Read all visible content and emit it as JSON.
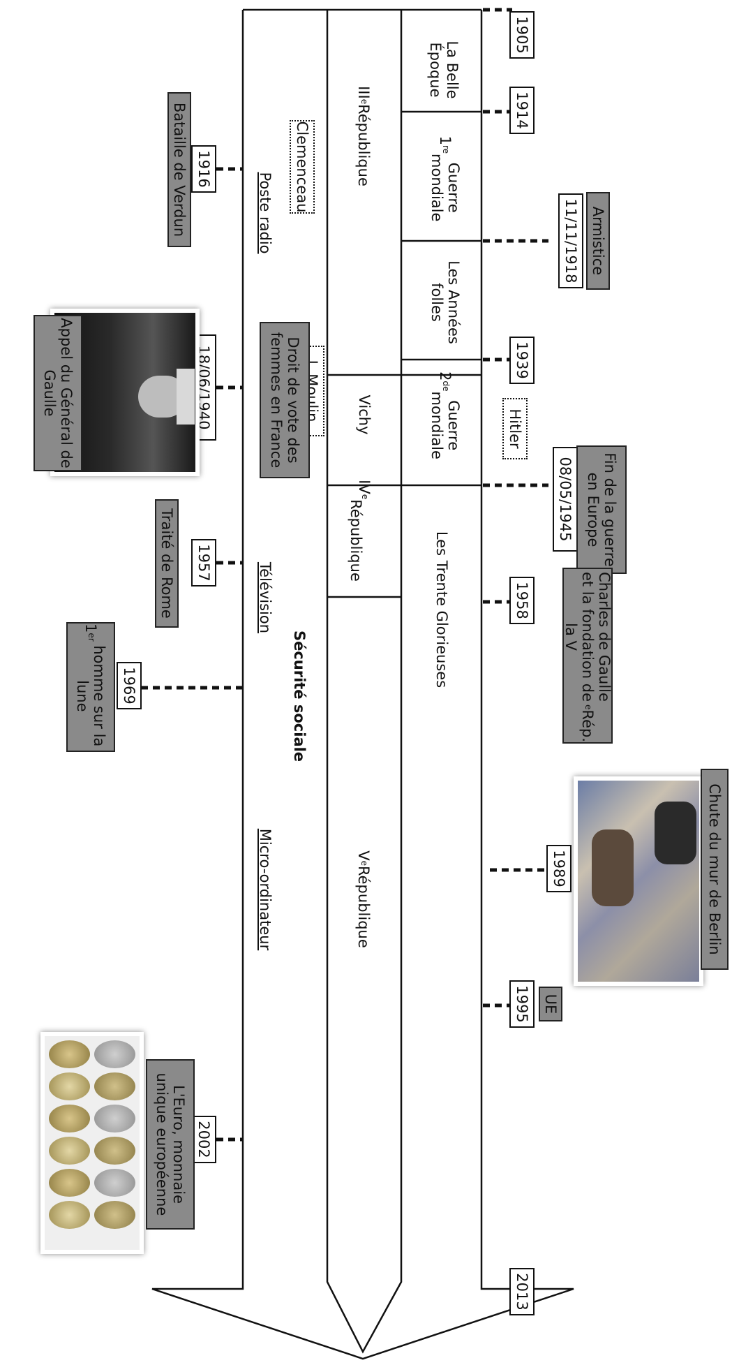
{
  "top_years": [
    "1905",
    "1914",
    "1939",
    "1958",
    "1989",
    "1995",
    "2013"
  ],
  "periods": [
    "La Belle Époque",
    "1re Guerre mondiale",
    "Les Années folles",
    "2de Guerre mondiale",
    "Les Trente Glorieuses"
  ],
  "regimes": [
    "IIIe République",
    "Vichy",
    "IVe République",
    "Ve République"
  ],
  "events_right": [
    {
      "date": "11/11/1918",
      "label": "Armistice"
    },
    {
      "date": "08/05/1945",
      "label": "Fin de la guerre en Europe"
    },
    {
      "label": "Charles de Gaulle et la fondation de la Ve Rép."
    },
    {
      "label": "Chute du mur de Berlin"
    },
    {
      "label": "UE"
    }
  ],
  "people": [
    "Hitler",
    "Clemenceau",
    "J. Moulin"
  ],
  "inventions": [
    "Poste radio",
    "Télévision",
    "Micro-ordinateur"
  ],
  "social": [
    "Droit de vote des femmes en France",
    "Sécurité sociale"
  ],
  "events_left": [
    {
      "date": "1916",
      "label": "Bataille de Verdun"
    },
    {
      "date": "18/06/1940",
      "label": "Appel du Général de Gaulle"
    },
    {
      "date": "1957",
      "label": "Traité de Rome"
    },
    {
      "date": "1969",
      "label": "1er homme sur la lune"
    },
    {
      "date": "2002",
      "label": "L'Euro, monnaie unique européenne"
    }
  ]
}
